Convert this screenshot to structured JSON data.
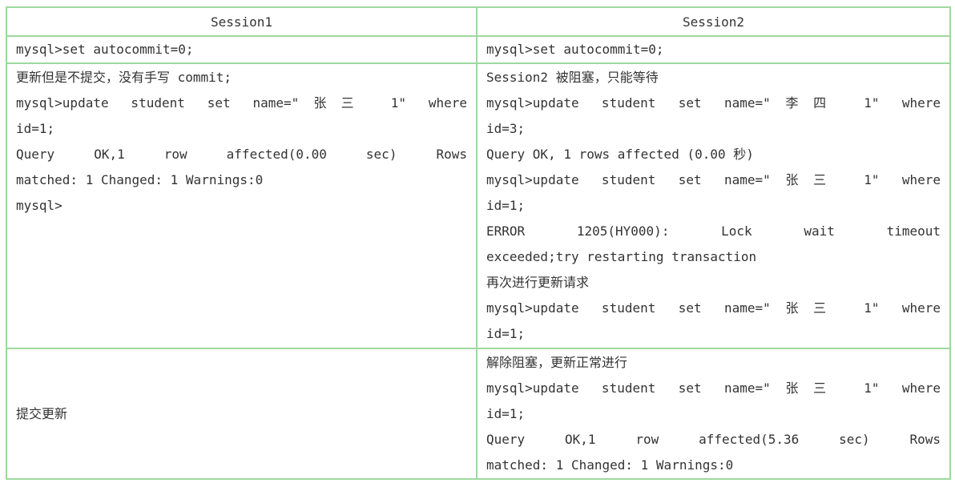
{
  "colors": {
    "border": "#9fd89f",
    "text": "#333333",
    "background": "#ffffff"
  },
  "table": {
    "header": {
      "col1": "Session1",
      "col2": "Session2"
    },
    "rows": [
      {
        "session1": [
          {
            "text": "mysql>set autocommit=0;",
            "justify": false
          }
        ],
        "session2": [
          {
            "text": "mysql>set autocommit=0;",
            "justify": false
          }
        ]
      },
      {
        "session1": [
          {
            "text": "更新但是不提交，没有手写 commit;",
            "justify": false
          },
          {
            "text": "mysql>update student set name=\"张三 1\" where",
            "justify": true
          },
          {
            "text": "id=1;",
            "justify": false
          },
          {
            "text": "Query OK,1 row affected(0.00 sec) Rows",
            "justify": true
          },
          {
            "text": "matched: 1 Changed: 1 Warnings:0",
            "justify": false
          },
          {
            "text": "mysql>",
            "justify": false
          }
        ],
        "session2": [
          {
            "text": "Session2 被阻塞，只能等待",
            "justify": false
          },
          {
            "text": "mysql>update student set name=\"李四 1\" where",
            "justify": true
          },
          {
            "text": "id=3;",
            "justify": false
          },
          {
            "text": "Query OK, 1 rows affected (0.00 秒)",
            "justify": false
          },
          {
            "text": "mysql>update student set name=\"张三 1\" where",
            "justify": true
          },
          {
            "text": "id=1;",
            "justify": false
          },
          {
            "text": "ERROR 1205(HY000): Lock wait timeout",
            "justify": true
          },
          {
            "text": "exceeded;try restarting transaction",
            "justify": false
          },
          {
            "text": "再次进行更新请求",
            "justify": false
          },
          {
            "text": "mysql>update student set name=\"张三 1\" where",
            "justify": true
          },
          {
            "text": "id=1;",
            "justify": false
          }
        ]
      },
      {
        "session1": [
          {
            "text": "提交更新",
            "justify": false
          }
        ],
        "session2": [
          {
            "text": "解除阻塞，更新正常进行",
            "justify": false
          },
          {
            "text": "mysql>update student set name=\"张三 1\" where",
            "justify": true
          },
          {
            "text": "id=1;",
            "justify": false
          },
          {
            "text": "Query OK,1 row affected(5.36 sec) Rows",
            "justify": true
          },
          {
            "text": "matched: 1 Changed: 1 Warnings:0",
            "justify": false
          }
        ]
      }
    ]
  }
}
